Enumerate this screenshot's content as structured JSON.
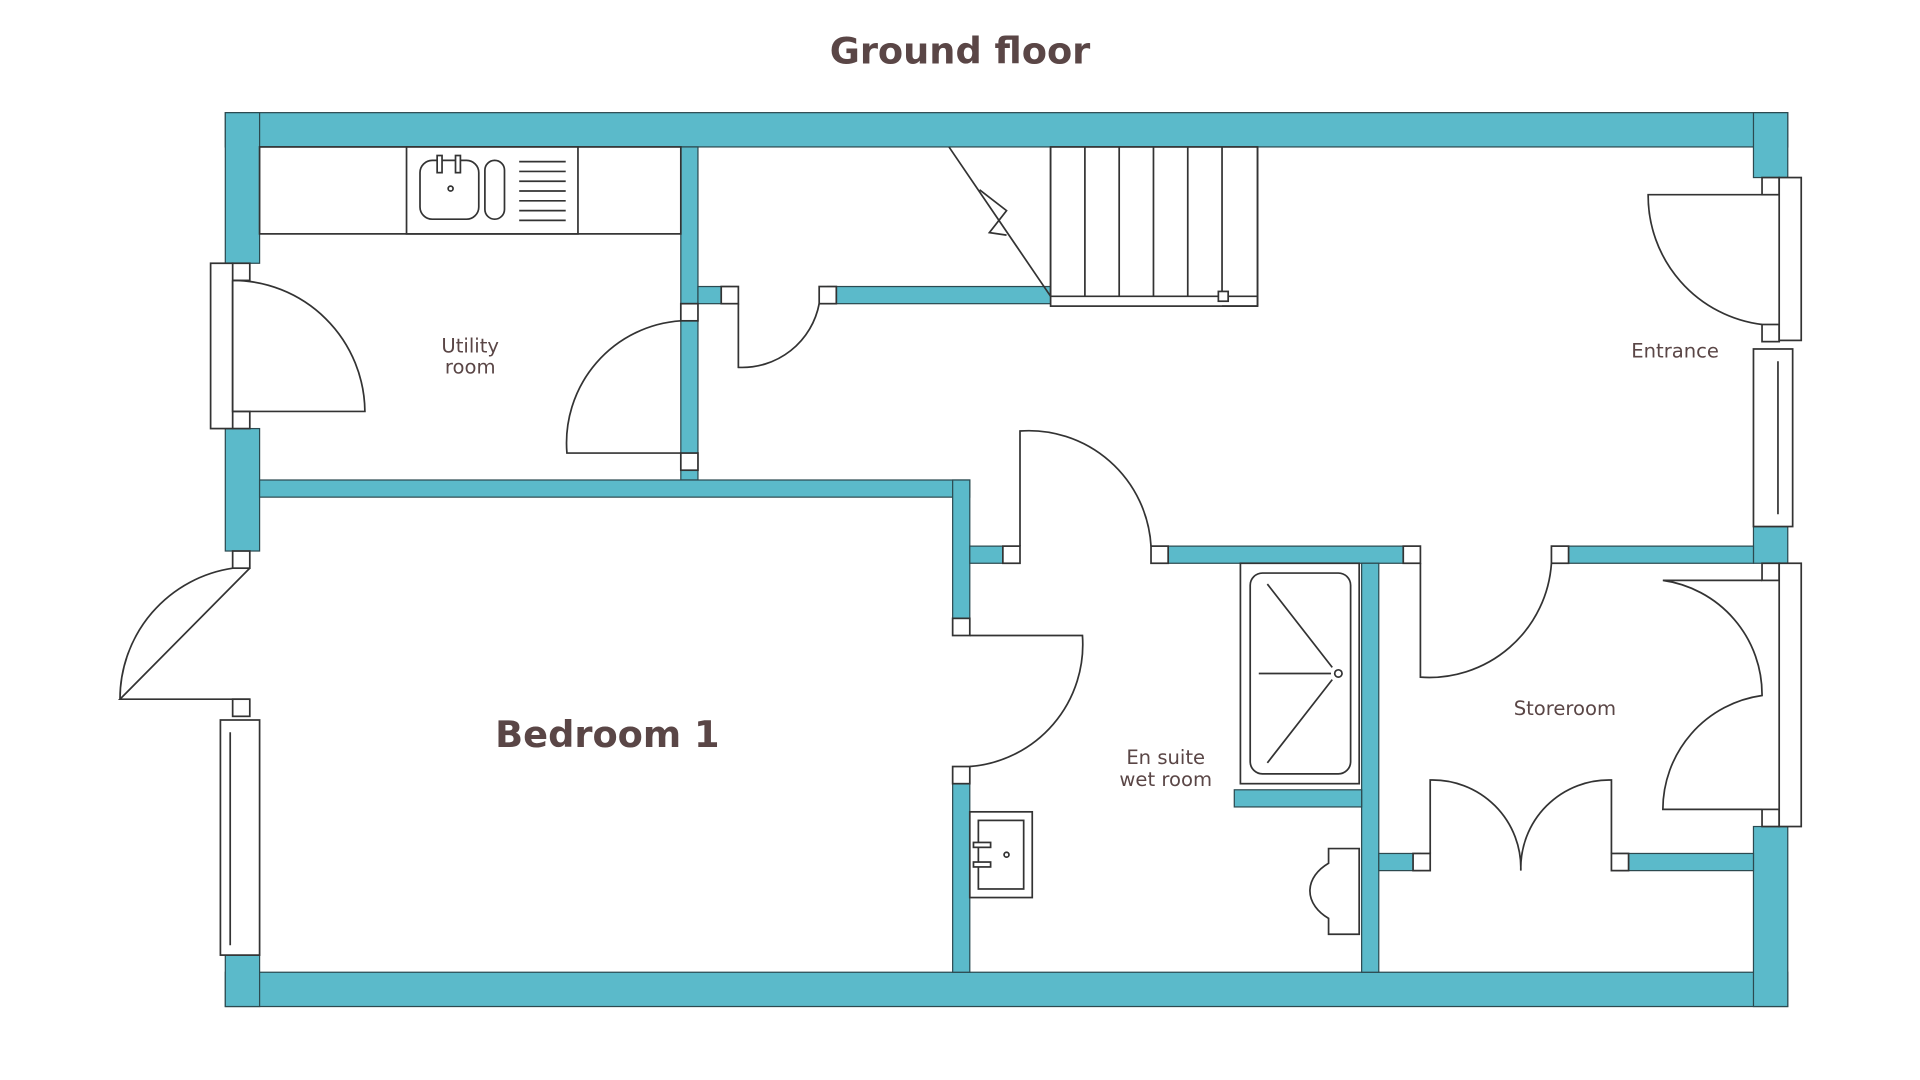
{
  "title": "Ground floor",
  "rooms": {
    "utility": [
      "Utility",
      "room"
    ],
    "entrance": "Entrance",
    "bedroom": "Bedroom 1",
    "ensuite": [
      "En suite",
      "wet room"
    ],
    "storeroom": "Storeroom"
  },
  "colors": {
    "wall": "#5BBACA",
    "text": "#5a4646"
  }
}
